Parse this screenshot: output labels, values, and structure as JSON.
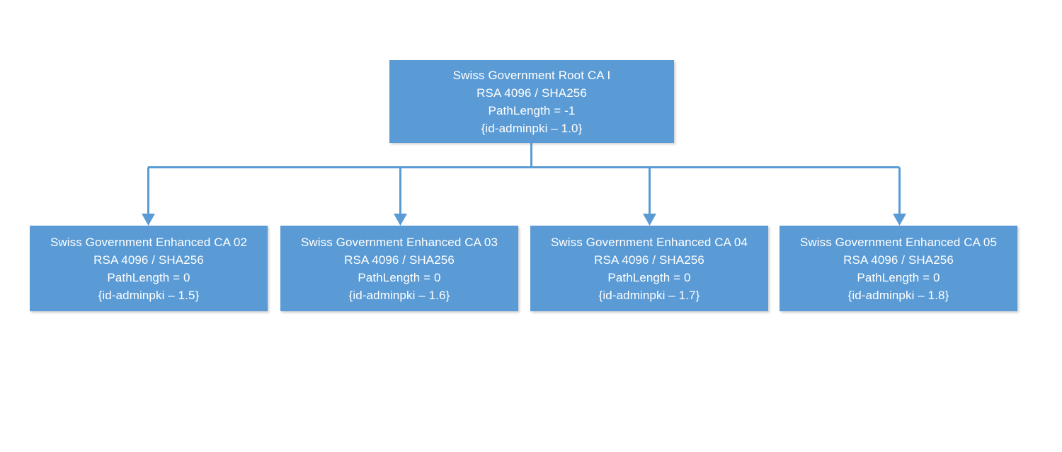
{
  "diagram": {
    "title_semantic": "swiss-government-pki-hierarchy",
    "colors": {
      "node_fill": "#5B9BD5",
      "node_text": "#FFFFFF",
      "connector": "#5B9BD5",
      "background": "#FFFFFF"
    },
    "root": {
      "name": "Swiss Government Root CA I",
      "algorithm": "RSA 4096 / SHA256",
      "path_length": "PathLength = -1",
      "policy_oid": "{id-adminpki – 1.0}"
    },
    "children": [
      {
        "name": "Swiss Government Enhanced CA 02",
        "algorithm": "RSA 4096 / SHA256",
        "path_length": "PathLength = 0",
        "policy_oid": "{id-adminpki – 1.5}"
      },
      {
        "name": "Swiss Government Enhanced CA 03",
        "algorithm": "RSA 4096 / SHA256",
        "path_length": "PathLength = 0",
        "policy_oid": "{id-adminpki – 1.6}"
      },
      {
        "name": "Swiss Government Enhanced CA 04",
        "algorithm": "RSA 4096 / SHA256",
        "path_length": "PathLength = 0",
        "policy_oid": "{id-adminpki – 1.7}"
      },
      {
        "name": "Swiss Government Enhanced CA 05",
        "algorithm": "RSA 4096 / SHA256",
        "path_length": "PathLength = 0",
        "policy_oid": "{id-adminpki – 1.8}"
      }
    ]
  }
}
